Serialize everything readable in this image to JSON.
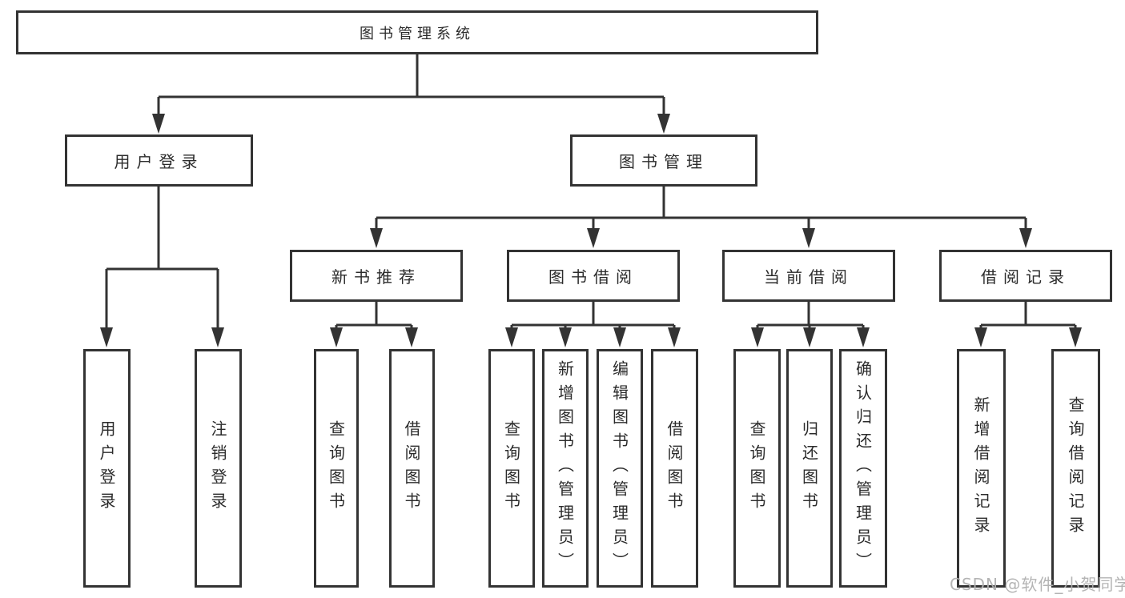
{
  "tree": {
    "root": {
      "label": "图书管理系统"
    },
    "branches": [
      {
        "label": "用户登录",
        "children": [
          {
            "label": "用户登录"
          },
          {
            "label": "注销登录"
          }
        ]
      },
      {
        "label": "图书管理",
        "children": [
          {
            "label": "新书推荐",
            "children": [
              {
                "label": "查询图书"
              },
              {
                "label": "借阅图书"
              }
            ]
          },
          {
            "label": "图书借阅",
            "children": [
              {
                "label": "查询图书"
              },
              {
                "label": "新增图书（管理员）"
              },
              {
                "label": "编辑图书（管理员）"
              },
              {
                "label": "借阅图书"
              }
            ]
          },
          {
            "label": "当前借阅",
            "children": [
              {
                "label": "查询图书"
              },
              {
                "label": "归还图书"
              },
              {
                "label": "确认归还（管理员）"
              }
            ]
          },
          {
            "label": "借阅记录",
            "children": [
              {
                "label": "新增借阅记录"
              },
              {
                "label": "查询借阅记录"
              }
            ]
          }
        ]
      }
    ]
  },
  "watermark": {
    "text": "CSDN @软件_小贺同学"
  },
  "colors": {
    "line": "#333333",
    "text": "#2b2b2b",
    "background": "#ffffff",
    "watermark": "#b0b0b0"
  }
}
